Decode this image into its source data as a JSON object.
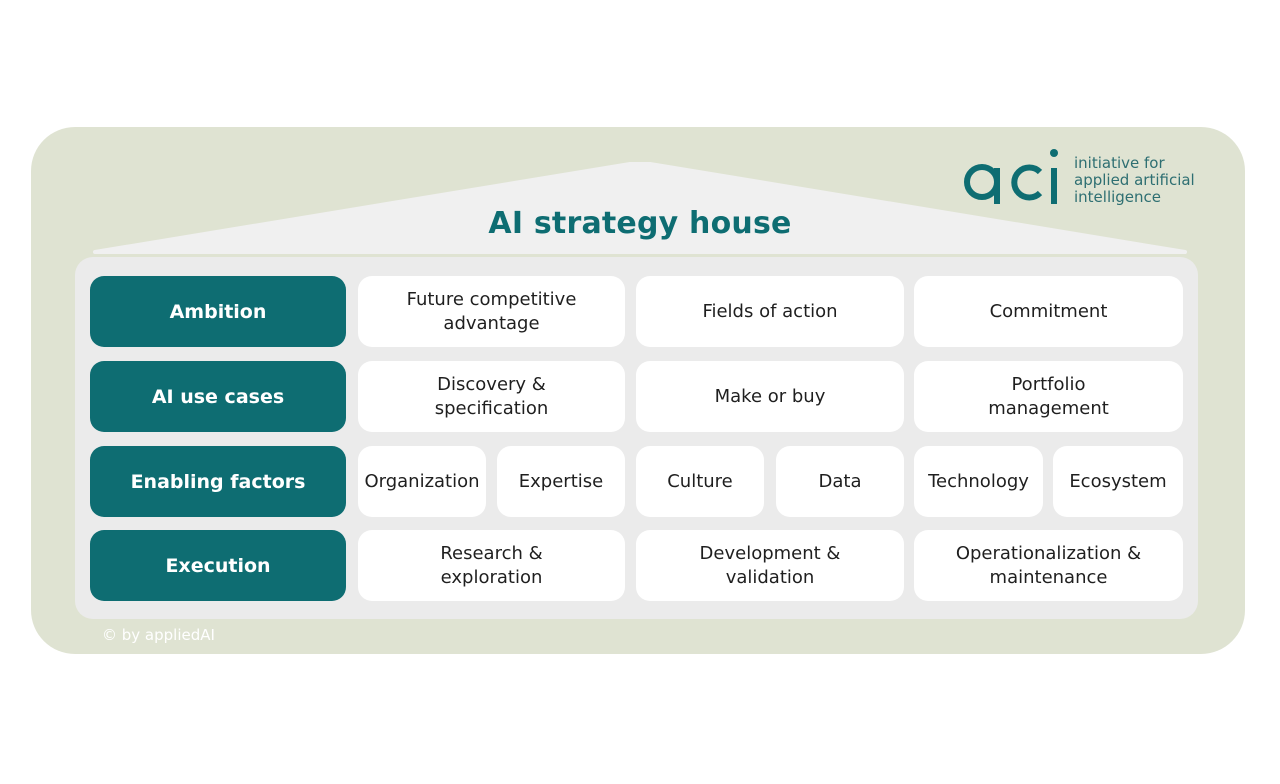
{
  "title": "AI strategy house",
  "logo": {
    "mark": "aci",
    "lines": [
      "initiative for",
      "applied artificial",
      "intelligence"
    ]
  },
  "colors": {
    "accent": "#0e6d72",
    "panel": "#dfe3d2",
    "roof": "#f0f0f0",
    "cell": "#ffffff"
  },
  "rows": [
    {
      "label": "Ambition",
      "cells": [
        "Future competitive advantage",
        "Fields of action",
        "Commitment"
      ]
    },
    {
      "label": "AI use cases",
      "cells": [
        "Discovery & specification",
        "Make or buy",
        "Portfolio management"
      ]
    },
    {
      "label": "Enabling factors",
      "cells": [
        "Organization",
        "Expertise",
        "Culture",
        "Data",
        "Technology",
        "Ecosystem"
      ]
    },
    {
      "label": "Execution",
      "cells": [
        "Research & exploration",
        "Development & validation",
        "Operationalization & maintenance"
      ]
    }
  ],
  "copyright": "© by appliedAI"
}
